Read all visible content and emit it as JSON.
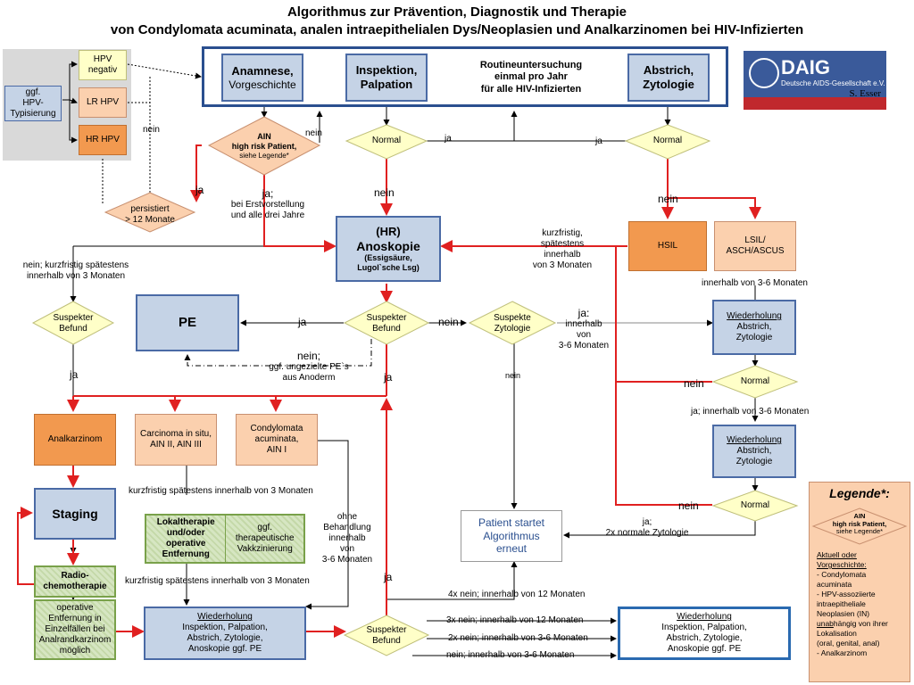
{
  "title": {
    "line1": "Algorithmus zur Prävention, Diagnostik und Therapie",
    "line2": "von Condylomata acuminata, analen intraepithelialen Dys/Neoplasien und Analkarzinomen bei HIV-Infizierten"
  },
  "colors": {
    "blue_fill": "#c5d3e6",
    "blue_border": "#4a6aa5",
    "orange": "#f2994f",
    "peach": "#fbd0ae",
    "yellow_diamond": "#ffffc8",
    "green_hatch": "#c4d8a8",
    "red_arrow": "#e02020",
    "logo_blue": "#3a5a9a",
    "logo_red": "#c0282d"
  },
  "logo": {
    "name": "DAIG",
    "subtitle": "Deutsche AIDS-Gesellschaft e.V.",
    "author": "S. Esser"
  },
  "hpv": {
    "ggf_typ": [
      "ggf.",
      "HPV-",
      "Typisierung"
    ],
    "negativ": [
      "HPV",
      "negativ"
    ],
    "lr": "LR HPV",
    "hr": "HR HPV",
    "nein": "nein"
  },
  "routine": {
    "anamnese_title": "Anamnese,",
    "anamnese_sub": "Vorgeschichte",
    "inspektion": [
      "Inspektion,",
      "Palpation"
    ],
    "center": [
      "Routineuntersuchung",
      "einmal pro Jahr",
      "für alle HIV-Infizierten"
    ],
    "abstrich": [
      "Abstrich,",
      "Zytologie"
    ]
  },
  "ain_diamond": {
    "line1": "AIN",
    "line2": "high risk Patient,",
    "line3": "siehe Legende*"
  },
  "persistiert": [
    "persistiert",
    "> 12 Monate"
  ],
  "labels": {
    "ja_left": "ja",
    "nein_ain": "nein",
    "ja_erst": [
      "ja;",
      "bei Erstvorstellung",
      "und alle drei Jahre"
    ],
    "nein_ins": "nein",
    "ja_top1": "ja",
    "ja_top2": "ja",
    "nein_abs": "nein",
    "kurzfristig_right": [
      "kurzfristig,",
      "spätestens",
      "innerhalb",
      "von 3 Monaten"
    ],
    "nein_left": [
      "nein; kurzfristig spätestens",
      "innerhalb von 3 Monaten"
    ],
    "ja_pe": "ja",
    "nein_suspekt": "nein",
    "ja_zyto": [
      "ja:",
      "innerhalb",
      "von",
      "3-6 Monaten"
    ],
    "nein_gezielt": [
      "nein;",
      "ggf. ungezielte PE`s",
      "aus Anoderm"
    ],
    "ja_sb1": "ja",
    "ja_sb2": "ja",
    "nein_zyto": "nein",
    "innerhalb_36": "innerhalb von 3-6 Monaten",
    "nein_wd1": "nein",
    "ja_36": "ja; innerhalb von 3-6 Monaten",
    "nein_wd2": "nein",
    "ja_normal": [
      "ja;",
      "2x normale Zytologie"
    ],
    "kurz_staging": "kurzfristig spätestens innerhalb von 3 Monaten",
    "ohne_beh": [
      "ohne",
      "Behandlung",
      "innerhalb",
      "von",
      "3-6 Monaten"
    ],
    "kurz_lokal": "kurzfristig spätestens innerhalb von 3 Monaten",
    "ja_bottom": "ja",
    "n4x": "4x nein; innerhalb von 12 Monaten",
    "n3x": "3x nein; innerhalb von 12 Monaten",
    "n2x": "2x nein; innerhalb von 3-6 Monaten",
    "n1x": "nein; innerhalb von 3-6 Monaten"
  },
  "diamonds": {
    "normal": "Normal",
    "suspekter": [
      "Suspekter",
      "Befund"
    ],
    "suspekte_zyto": [
      "Suspekte",
      "Zytologie"
    ]
  },
  "anoskopie": {
    "line1": "(HR)",
    "line2": "Anoskopie",
    "line3": "(Essigsäure,",
    "line4": "Lugol`sche Lsg)"
  },
  "pe": "PE",
  "hsil": "HSIL",
  "lsil": [
    "LSIL/",
    "ASCH/ASCUS"
  ],
  "wiederholung": {
    "title": "Wiederholung",
    "short": [
      "Abstrich,",
      "Zytologie"
    ],
    "long": [
      "Inspektion, Palpation,",
      "Abstrich, Zytologie,",
      "Anoskopie ggf. PE"
    ]
  },
  "analkarzinom": "Analkarzinom",
  "carcinoma": [
    "Carcinoma in situ,",
    "AIN II, AIN III"
  ],
  "condylomata": [
    "Condylomata",
    "acuminata,",
    "AIN I"
  ],
  "staging": "Staging",
  "radio": [
    "Radio-",
    "chemotherapie"
  ],
  "operative": [
    "operative",
    "Entfernung in",
    "Einzelfällen bei",
    "Analrandkarzinom",
    "möglich"
  ],
  "lokaltherapie": [
    "Lokaltherapie",
    "und/oder",
    "operative",
    "Entfernung"
  ],
  "therapeutisch": [
    "ggf.",
    "therapeutische",
    "Vakkzinierung"
  ],
  "patient": [
    "Patient startet",
    "Algorithmus",
    "erneut"
  ],
  "legend": {
    "title": "Legende*:",
    "diamond": [
      "AIN",
      "high risk Patient,",
      "siehe Legende*"
    ],
    "heading": [
      "Aktuell oder",
      "Vorgeschichte:"
    ],
    "items": [
      "- Condylomata",
      "acuminata",
      "- HPV-assoziierte",
      "intraepitheliale",
      "Neoplasien (IN)"
    ],
    "unab_u": "unab",
    "unab_rest": "hängig von ihrer",
    "items2": [
      "Lokalisation",
      "(oral, genital, anal)",
      "- Analkarzinom"
    ]
  }
}
